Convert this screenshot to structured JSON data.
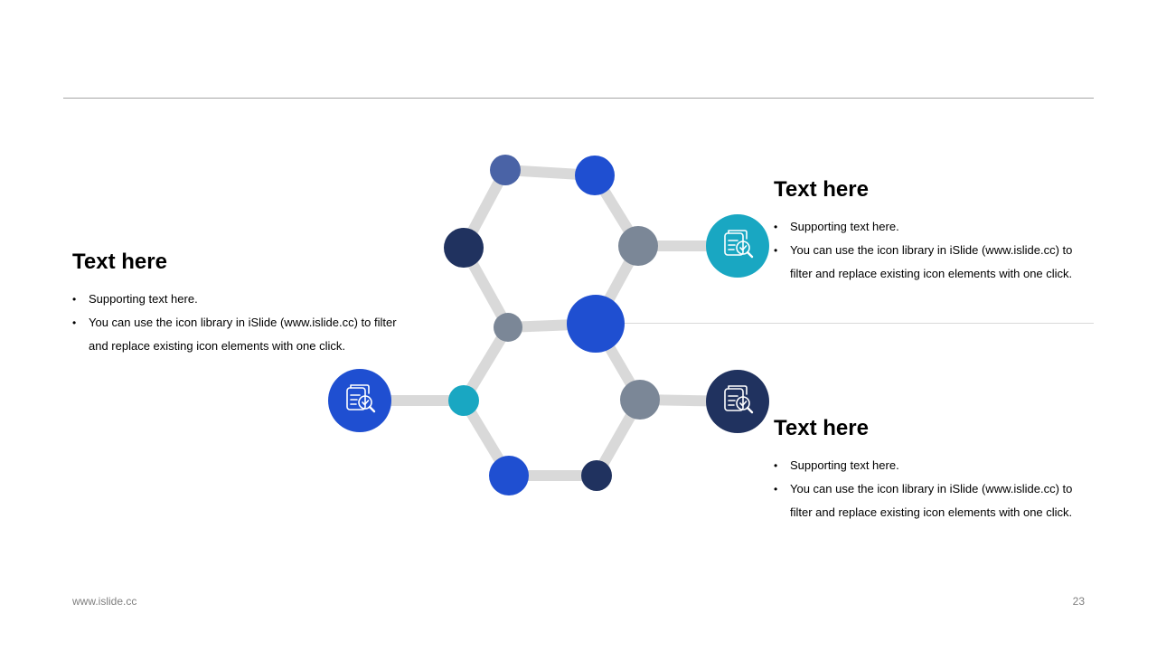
{
  "colors": {
    "connector": "#d9d9d9",
    "blue": "#1f4fd1",
    "slate_blue": "#4a63a6",
    "navy": "#20325f",
    "gray": "#7b8797",
    "teal": "#19a7c2"
  },
  "blocks": {
    "left": {
      "title": "Text here",
      "bullets": [
        "Supporting text here.",
        "You can use the icon library in iSlide  (www.islide.cc) to filter and replace existing icon elements with one click."
      ],
      "icon": "clipboard-search-icon",
      "icon_color": "#1f4fd1"
    },
    "top_right": {
      "title": "Text here",
      "bullets": [
        "Supporting text here.",
        "You can use the icon library in iSlide  (www.islide.cc) to filter and replace existing icon elements with one click."
      ],
      "icon": "clipboard-search-icon",
      "icon_color": "#19a7c2"
    },
    "bottom_right": {
      "title": "Text here",
      "bullets": [
        "Supporting text here.",
        "You can use the icon library in iSlide  (www.islide.cc) to filter and replace existing icon elements with one click."
      ],
      "icon": "clipboard-search-icon",
      "icon_color": "#20325f"
    }
  },
  "footer": {
    "url": "www.islide.cc",
    "page": "23"
  }
}
